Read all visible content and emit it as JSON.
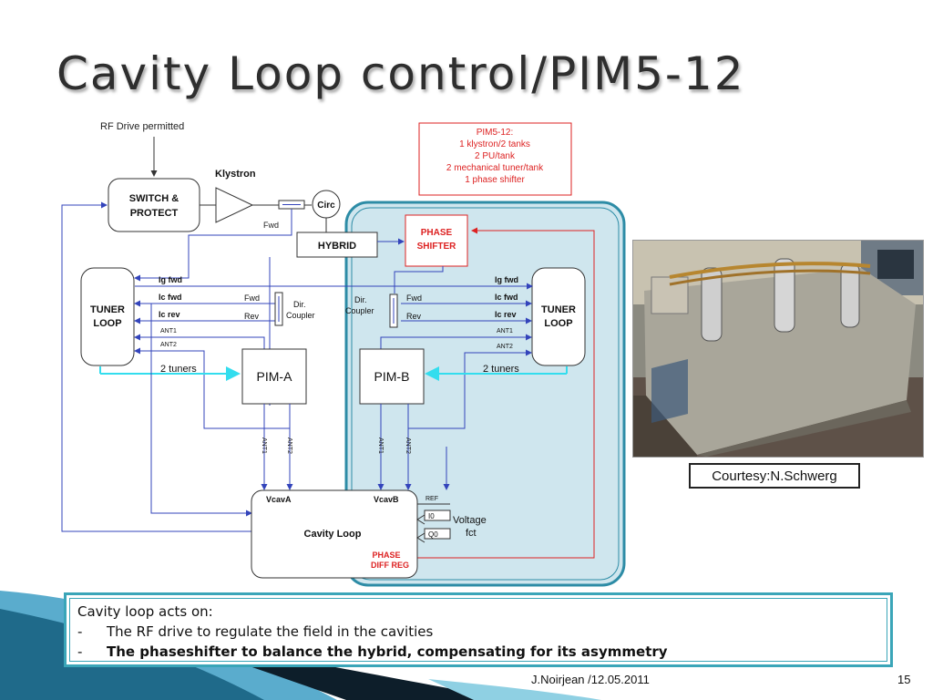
{
  "slide": {
    "title": "Cavity Loop control/PIM5-12",
    "photo_caption": "Courtesy:N.Schwerg",
    "author_date": "J.Noirjean /12.05.2011",
    "page_number": "15"
  },
  "notes": {
    "line1": "Cavity loop acts on:",
    "bullet1_dash": "-",
    "bullet1": "The RF drive to regulate the field in the cavities",
    "bullet2_dash": "-",
    "bullet2": "The phaseshifter to balance the hybrid, compensating for its asymmetry"
  },
  "diagram": {
    "rf_drive": "RF Drive permitted",
    "klystron": "Klystron",
    "switch_line1": "SWITCH &",
    "switch_line2": "PROTECT",
    "circ": "Circ",
    "fwd_top": "Fwd",
    "hybrid": "HYBRID",
    "info_lines": [
      "PIM5-12:",
      "1 klystron/2 tanks",
      "2 PU/tank",
      "2 mechanical tuner/tank",
      "1 phase shifter"
    ],
    "phase_shifter_line1": "PHASE",
    "phase_shifter_line2": "SHIFTER",
    "tuner_line1": "TUNER",
    "tuner_line2": "LOOP",
    "ig_fwd": "Ig fwd",
    "ic_fwd": "Ic fwd",
    "ic_rev": "Ic rev",
    "ant1": "ANT1",
    "ant2": "ANT2",
    "fwd": "Fwd",
    "rev": "Rev",
    "dir_coupler_line1": "Dir.",
    "dir_coupler_line2": "Coupler",
    "two_tuners": "2 tuners",
    "pim_a": "PIM-A",
    "pim_b": "PIM-B",
    "vcav_a": "VcavA",
    "vcav_b": "VcavB",
    "cavity_loop": "Cavity Loop",
    "ref": "REF",
    "i0": "I0",
    "q0": "Q0",
    "voltage_line1": "Voltage",
    "voltage_line2": "fct",
    "phase_diff_line1": "PHASE",
    "phase_diff_line2": "DIFF  REG"
  },
  "colors": {
    "signal_blue": "#3344bb",
    "phase_red": "#dd2222",
    "tuner_cyan": "#33ddee",
    "highlight_fill": "#cfe6ee",
    "highlight_border": "#2d8ca6",
    "title_text": "#2e2e2e"
  }
}
